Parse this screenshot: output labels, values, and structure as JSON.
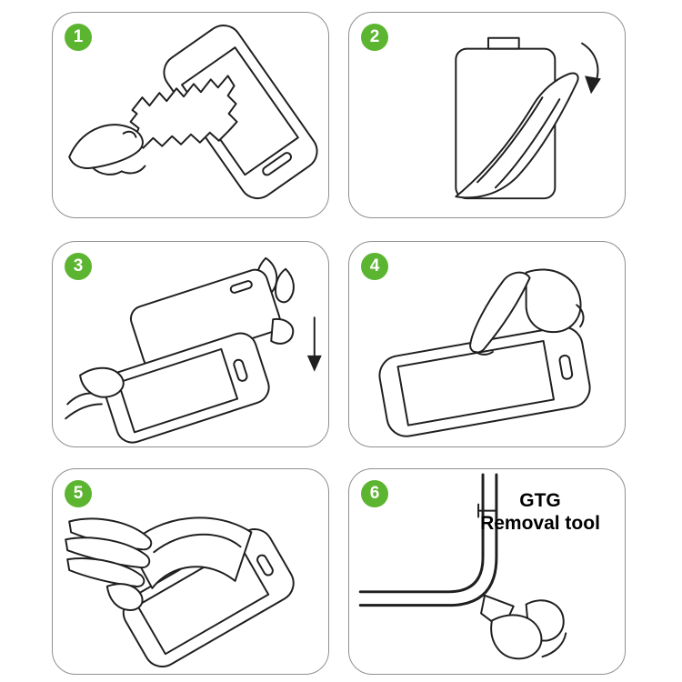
{
  "colors": {
    "badge_green": "#5cb531",
    "art_line": "#1f1f1f",
    "panel_border": "#8f8f8f",
    "background": "#ffffff"
  },
  "steps": [
    {
      "number": "1",
      "illustration": "clean-screen-with-cloth"
    },
    {
      "number": "2",
      "illustration": "peel-protective-film"
    },
    {
      "number": "3",
      "illustration": "align-glass-over-screen"
    },
    {
      "number": "4",
      "illustration": "press-screen-with-finger"
    },
    {
      "number": "5",
      "illustration": "smooth-film-on-screen"
    },
    {
      "number": "6",
      "illustration": "use-removal-tool",
      "label": {
        "line1": "GTG",
        "line2": "Removal tool"
      }
    }
  ]
}
